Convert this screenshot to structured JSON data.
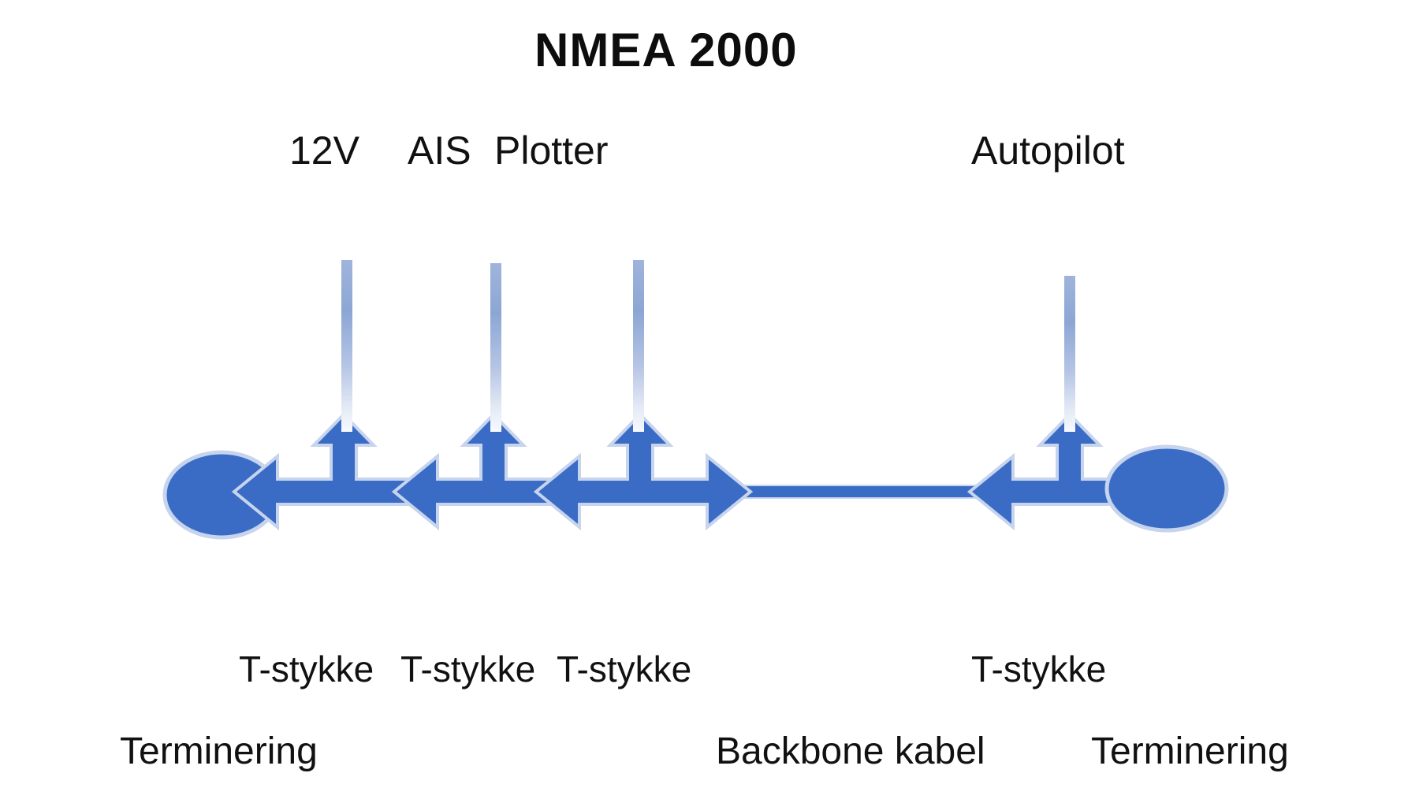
{
  "title": "NMEA 2000",
  "colors": {
    "diagram_blue": "#3a6cc6",
    "diagram_outline": "#c7d4ee",
    "cable_top": "#9fb4dc",
    "cable_upper_mid": "#8ca6d4",
    "cable_lower_mid": "#b6c5e5",
    "cable_fade": "#e4eaf6",
    "cable_end": "#f7f9fd",
    "text_color": "#111111",
    "background": "#ffffff"
  },
  "device_labels": [
    {
      "label": "12V"
    },
    {
      "label": "AIS"
    },
    {
      "label": "Plotter"
    },
    {
      "label": "Autopilot"
    }
  ],
  "tee_labels": [
    {
      "label": "T-stykke"
    },
    {
      "label": "T-stykke"
    },
    {
      "label": "T-stykke"
    },
    {
      "label": "T-stykke"
    }
  ],
  "bottom_labels": [
    {
      "label": "Terminering"
    },
    {
      "label": "Backbone kabel"
    },
    {
      "label": "Terminering"
    }
  ]
}
